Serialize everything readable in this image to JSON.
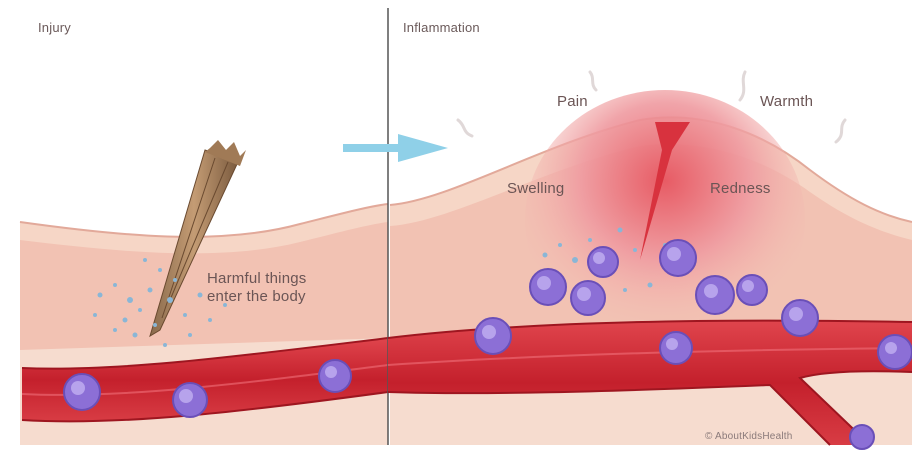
{
  "panels": {
    "injury": {
      "title": "Injury"
    },
    "inflammation": {
      "title": "Inflammation"
    }
  },
  "labels": {
    "harmful_line1": "Harmful things",
    "harmful_line2": "enter the body",
    "pain": "Pain",
    "warmth": "Warmth",
    "swelling": "Swelling",
    "redness": "Redness"
  },
  "credit": "© AboutKidsHealth",
  "colors": {
    "skin_surface": "#f4d9c8",
    "dermis": "#f3c8b8",
    "inflamed": "#e8707a",
    "vessel": "#d7343d",
    "vessel_inner": "#b81d2a",
    "cell": "#8c6fd6",
    "arrow": "#8fd0e8",
    "particles": "#8ab6d6"
  }
}
